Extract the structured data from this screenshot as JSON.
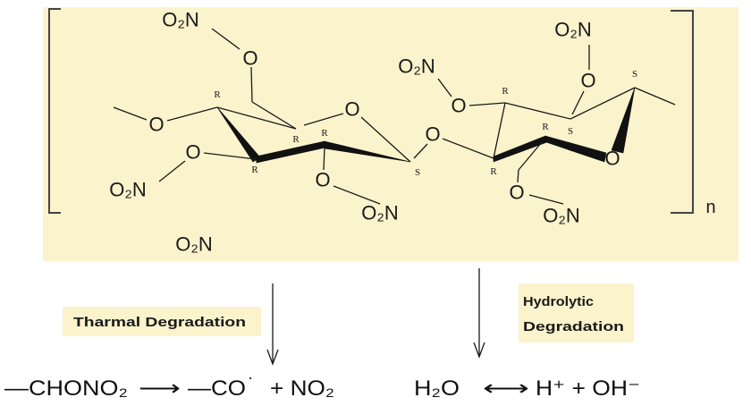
{
  "colors": {
    "panel_background": "#fbf3cc",
    "ink": "#111111"
  },
  "structure": {
    "repeat_label": "n",
    "oxygen": "O",
    "nitro_groups": [
      "O₂N",
      "O₂N",
      "O₂N",
      "O₂N",
      "O₂N",
      "O₂N",
      "O₂N"
    ],
    "stereo_labels": [
      "R",
      "R",
      "R",
      "R",
      "S",
      "R",
      "R",
      "R",
      "S",
      "S"
    ]
  },
  "labels": {
    "thermal": "Tharmal Degradation",
    "hydrolytic_line1": "Hydrolytic",
    "hydrolytic_line2": "Degradation"
  },
  "equations": {
    "thermal": {
      "reactant": "—CHONO₂",
      "arrow": "⟶",
      "product1": "—CO",
      "radical": "·",
      "product2": "+ NO₂"
    },
    "hydrolytic": {
      "reactant": "H₂O",
      "arrow": "⟷",
      "product": "H⁺ + OH⁻"
    }
  }
}
